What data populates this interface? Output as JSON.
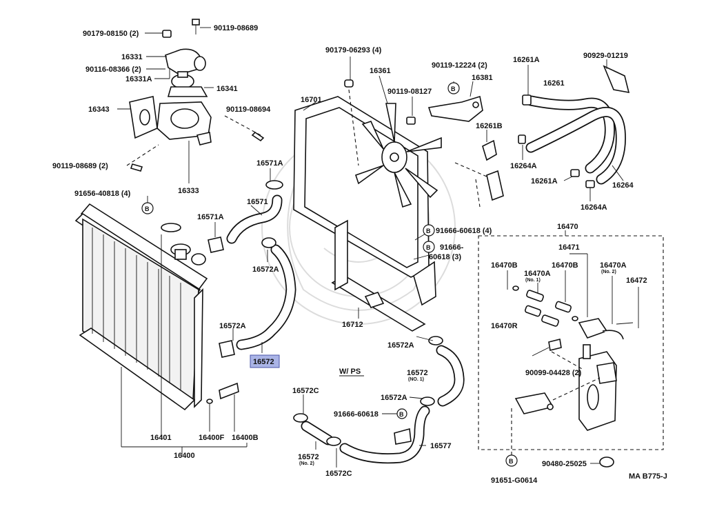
{
  "labels": {
    "p90179_08150": "90179-08150 (2)",
    "p90119_08689_top": "90119-08689",
    "p16331": "16331",
    "p90116_08366": "90116-08366 (2)",
    "p16331A": "16331A",
    "p16341": "16341",
    "p16343": "16343",
    "p90119_08694": "90119-08694",
    "p90119_08689_left": "90119-08689 (2)",
    "p16333": "16333",
    "p91656_40818": "91656-40818 (4)",
    "p90179_06293": "90179-06293 (4)",
    "p16361": "16361",
    "p90119_12224": "90119-12224 (2)",
    "p16381": "16381",
    "p90119_08127": "90119-08127",
    "p16701": "16701",
    "p16571A_top": "16571A",
    "p16571": "16571",
    "p16571A_mid": "16571A",
    "p16572A_a": "16572A",
    "p16572A_b": "16572A",
    "p16572_hl": "16572",
    "p16712": "16712",
    "p91666_60618_4": "91666-60618 (4)",
    "p91666_60618_3a": "91666-",
    "p91666_60618_3b": "60618 (3)",
    "p16261A_top": "16261A",
    "p90929_01219": "90929-01219",
    "p16261": "16261",
    "p16261B": "16261B",
    "p16264A_a": "16264A",
    "p16261A_mid": "16261A",
    "p16264": "16264",
    "p16264A_b": "16264A",
    "p16470": "16470",
    "p16471": "16471",
    "p16470B_a": "16470B",
    "p16470A_no1": "16470A",
    "p16470A_no1_sub": "(No. 1)",
    "p16470B_b": "16470B",
    "p16470A_no2": "16470A",
    "p16470A_no2_sub": "(No. 2)",
    "p16472": "16472",
    "p16470R": "16470R",
    "p90099_04428": "90099-04428 (2)",
    "p16572A_c": "16572A",
    "p16572_no1": "16572",
    "p16572_no1_sub": "(NO. 1)",
    "wps": "W/ PS",
    "p16572C_top": "16572C",
    "p16572A_d": "16572A",
    "p91666_60618_b": "91666-60618",
    "p16577": "16577",
    "p16572_no2": "16572",
    "p16572_no2_sub": "(No. 2)",
    "p16572C_bot": "16572C",
    "p16401": "16401",
    "p16400F": "16400F",
    "p16400B": "16400B",
    "p16400": "16400",
    "p90480_25025": "90480-25025",
    "p91651_G0614": "91651-G0614",
    "ref": "MA B775-J",
    "bolt_mark": "B"
  },
  "colors": {
    "ink": "#111111",
    "highlight": "#aab4e6",
    "highlight_border": "#4a55a8",
    "watermark": "#dcdcdc"
  }
}
